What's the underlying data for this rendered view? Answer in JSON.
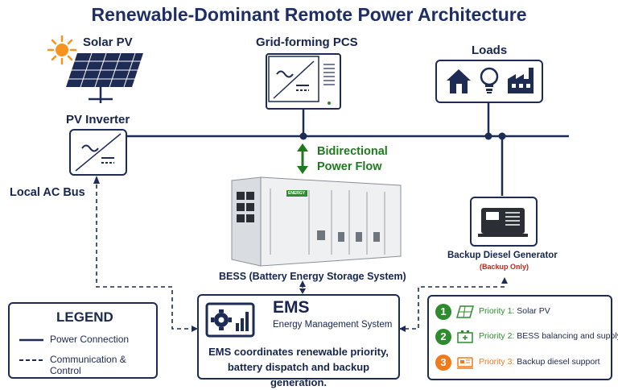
{
  "title": "Renewable-Dominant Remote Power Architecture",
  "labels": {
    "solar_pv": "Solar PV",
    "pv_inverter": "PV Inverter",
    "local_ac_bus": "Local AC Bus",
    "grid_forming_pcs": "Grid-forming PCS",
    "loads": "Loads",
    "bidirectional_line1": "Bidirectional",
    "bidirectional_line2": "Power Flow",
    "bess": "BESS (Battery Energy Storage System)",
    "backup_generator": "Backup Diesel Generator",
    "backup_only": "(Backup Only)",
    "bess_nameplate": "ENERGY"
  },
  "ems": {
    "title": "EMS",
    "subtitle": "Energy Management System",
    "desc_line1": "EMS coordinates renewable priority,",
    "desc_line2": "battery dispatch and backup generation."
  },
  "legend": {
    "title": "LEGEND",
    "items": [
      {
        "label": "Power Connection",
        "style": "solid"
      },
      {
        "label": "Communication & Control",
        "style": "dashed"
      }
    ]
  },
  "priorities": [
    {
      "number": "1",
      "prefix": "Priority 1:",
      "text": "Solar PV",
      "color": "#2e8b2e",
      "icon": "solar-panel-icon"
    },
    {
      "number": "2",
      "prefix": "Priority 2:",
      "text": "BESS balancing and supply",
      "color": "#2e8b2e",
      "icon": "battery-icon"
    },
    {
      "number": "3",
      "prefix": "Priority 3:",
      "text": "Backup diesel support",
      "color": "#f07a1e",
      "icon": "generator-icon"
    }
  ],
  "colors": {
    "navy": "#1d2b55",
    "green": "#1f7a1f",
    "orange": "#f07a1e",
    "red": "#d0201a",
    "sun": "#f7931e"
  }
}
